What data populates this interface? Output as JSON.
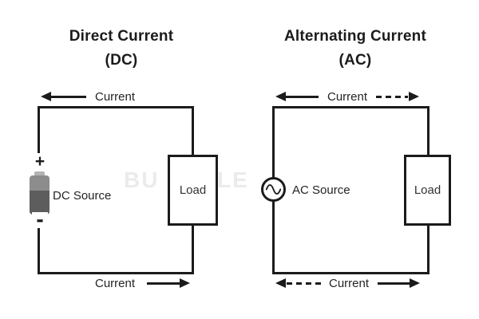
{
  "dc": {
    "title_line1": "Direct Current",
    "title_line2": "(DC)",
    "top_current_label": "Current",
    "bottom_current_label": "Current",
    "source_label": "DC Source",
    "plus_sign": "+",
    "minus_sign": "-",
    "load_label": "Load"
  },
  "ac": {
    "title_line1": "Alternating Current",
    "title_line2": "(AC)",
    "top_current_label": "Current",
    "bottom_current_label": "Current",
    "source_label": "AC Source",
    "load_label": "Load"
  },
  "watermark": {
    "left_fragment": "BU",
    "right_fragment": "LE"
  },
  "colors": {
    "line": "#1b1b1b",
    "battery_terminal": "#b3b3b3",
    "battery_top": "#8d8d8d",
    "battery_body": "#5d5d5d",
    "background": "#ffffff"
  }
}
